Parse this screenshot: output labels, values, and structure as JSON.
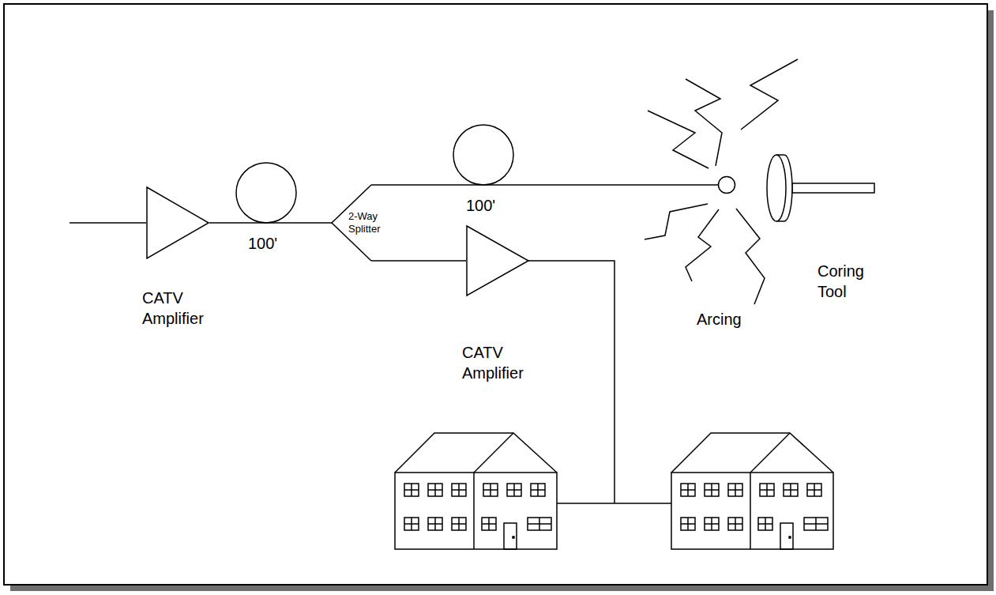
{
  "diagram": {
    "nodes": [
      {
        "text": [
          "CATV Amplifier"
        ]
      },
      {
        "text": [
          "2-Way Splitter"
        ]
      },
      {
        "text": [
          "CATV Amplifier"
        ]
      },
      {
        "text": [
          "Coring Tool"
        ]
      }
    ],
    "edges": [
      {
        "from": 0,
        "to": 1,
        "arrow": "none",
        "label": "100'"
      },
      {
        "from": 1,
        "to": 2,
        "arrow": "none"
      },
      {
        "from": 1,
        "to": 3,
        "arrow": "none",
        "label": "100'"
      }
    ],
    "labels": [
      "Arcing"
    ]
  }
}
